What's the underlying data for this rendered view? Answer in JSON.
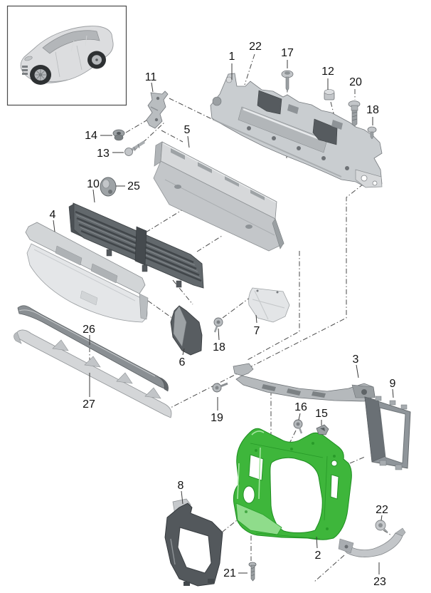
{
  "page": {
    "type": "exploded-parts-diagram",
    "subject": "front-end body panels and radiator support",
    "highlighted_part": "2"
  },
  "colors": {
    "background": "#ffffff",
    "highlight_green": "#3eb63b",
    "highlight_green_dark": "#1d8d20",
    "highlight_green_light": "#8fdc8b",
    "leader_line": "#4a4a4a",
    "label_text": "#111111",
    "part_gray_light": "#d6d8da",
    "part_gray_mid": "#aeb2b5",
    "part_gray_dark": "#55595c"
  },
  "labels": [
    {
      "id": "callout-1",
      "text": "1"
    },
    {
      "id": "callout-22-top",
      "text": "22"
    },
    {
      "id": "callout-17",
      "text": "17"
    },
    {
      "id": "callout-12",
      "text": "12"
    },
    {
      "id": "callout-20",
      "text": "20"
    },
    {
      "id": "callout-18-top",
      "text": "18"
    },
    {
      "id": "callout-11",
      "text": "11"
    },
    {
      "id": "callout-14",
      "text": "14"
    },
    {
      "id": "callout-13",
      "text": "13"
    },
    {
      "id": "callout-5",
      "text": "5"
    },
    {
      "id": "callout-10",
      "text": "10"
    },
    {
      "id": "callout-25",
      "text": "25"
    },
    {
      "id": "callout-4",
      "text": "4"
    },
    {
      "id": "callout-26",
      "text": "26"
    },
    {
      "id": "callout-27",
      "text": "27"
    },
    {
      "id": "callout-6",
      "text": "6"
    },
    {
      "id": "callout-18-mid",
      "text": "18"
    },
    {
      "id": "callout-7",
      "text": "7"
    },
    {
      "id": "callout-19",
      "text": "19"
    },
    {
      "id": "callout-3",
      "text": "3"
    },
    {
      "id": "callout-16",
      "text": "16"
    },
    {
      "id": "callout-15",
      "text": "15"
    },
    {
      "id": "callout-9",
      "text": "9"
    },
    {
      "id": "callout-8",
      "text": "8"
    },
    {
      "id": "callout-21",
      "text": "21"
    },
    {
      "id": "callout-2",
      "text": "2"
    },
    {
      "id": "callout-22-bottom",
      "text": "22"
    },
    {
      "id": "callout-23",
      "text": "23"
    }
  ]
}
